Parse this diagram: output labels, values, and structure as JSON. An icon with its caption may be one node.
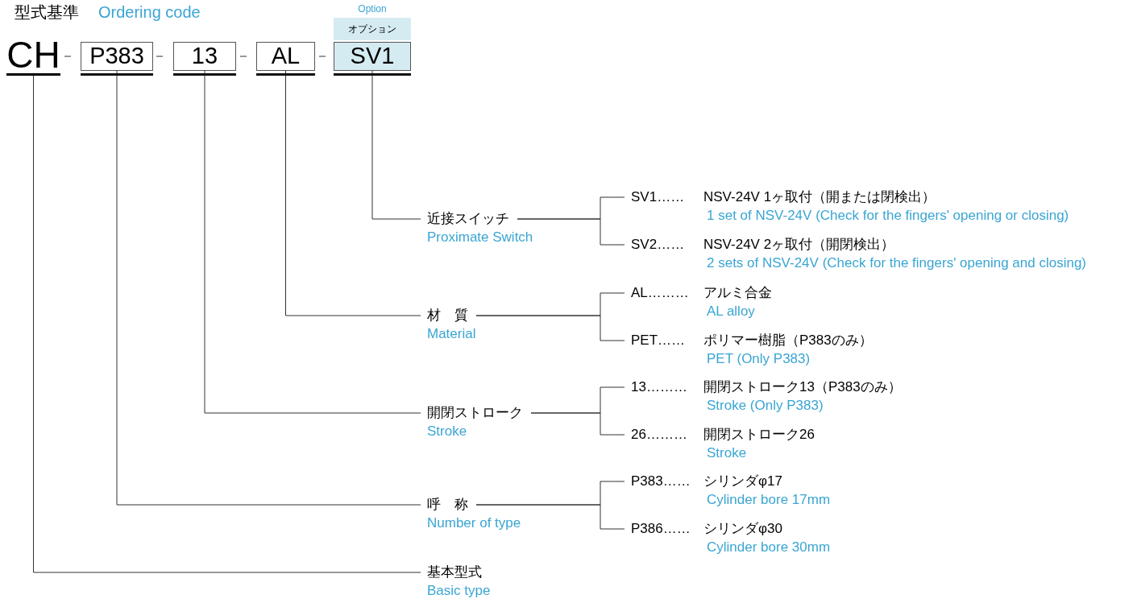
{
  "diagram": {
    "title": "型式基準",
    "nodes": [
      {
        "text": [
          "オプション"
        ],
        "beside": [
          "Option"
        ]
      },
      {
        "text": [
          "CH"
        ]
      },
      {
        "text": [
          "P383"
        ]
      },
      {
        "text": [
          "13"
        ]
      },
      {
        "text": [
          "AL"
        ]
      },
      {
        "text": [
          "SV1"
        ]
      },
      {
        "text": [
          "近接スイッチ",
          "Proximate Switch"
        ]
      },
      {
        "text": [
          "SV1……",
          "NSV-24V 1ヶ取付（開または閉検出）",
          "1 set of NSV-24V (Check for the fingers' opening or closing)"
        ]
      },
      {
        "text": [
          "SV2……",
          "NSV-24V 2ヶ取付（開閉検出）",
          "2 sets of NSV-24V (Check for the fingers' opening and closing)"
        ]
      },
      {
        "text": [
          "材　質",
          "Material"
        ]
      },
      {
        "text": [
          "AL………",
          "アルミ合金",
          "AL alloy"
        ]
      },
      {
        "text": [
          "PET……",
          "ポリマー樹脂（P383のみ）",
          "PET (Only P383)"
        ]
      },
      {
        "text": [
          "開閉ストローク",
          "Stroke"
        ]
      },
      {
        "text": [
          "13………",
          "開閉ストローク13（P383のみ）",
          "Stroke (Only P383)"
        ]
      },
      {
        "text": [
          "26………",
          "開閉ストローク26",
          "Stroke"
        ]
      },
      {
        "text": [
          "呼　称",
          "Number of type"
        ]
      },
      {
        "text": [
          "P383……",
          "シリンダφ17",
          "Cylinder bore 17mm"
        ]
      },
      {
        "text": [
          "P386……",
          "シリンダφ30",
          "Cylinder bore 30mm"
        ]
      },
      {
        "text": [
          "基本型式",
          "Basic type"
        ]
      }
    ],
    "edges": [
      {
        "from": 5,
        "to": 6,
        "arrow": "none"
      },
      {
        "from": 6,
        "to": 7,
        "arrow": "none"
      },
      {
        "from": 6,
        "to": 8,
        "arrow": "none"
      },
      {
        "from": 4,
        "to": 9,
        "arrow": "none"
      },
      {
        "from": 9,
        "to": 10,
        "arrow": "none"
      },
      {
        "from": 9,
        "to": 11,
        "arrow": "none"
      },
      {
        "from": 3,
        "to": 12,
        "arrow": "none"
      },
      {
        "from": 12,
        "to": 13,
        "arrow": "none"
      },
      {
        "from": 12,
        "to": 14,
        "arrow": "none"
      },
      {
        "from": 2,
        "to": 15,
        "arrow": "none"
      },
      {
        "from": 15,
        "to": 16,
        "arrow": "none"
      },
      {
        "from": 15,
        "to": 17,
        "arrow": "none"
      },
      {
        "from": 1,
        "to": 18,
        "arrow": "none"
      }
    ],
    "labels": [
      "Ordering code"
    ]
  }
}
